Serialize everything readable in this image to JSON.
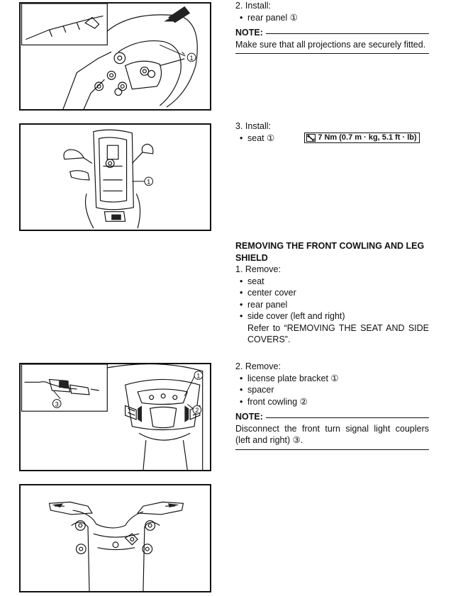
{
  "sections": {
    "rear_panel_step": {
      "step": "2. Install:",
      "items": [
        "rear panel ①"
      ],
      "note_label": "NOTE:",
      "note_text": "Make sure that all projections are securely fitted."
    },
    "seat_step": {
      "step": "3. Install:",
      "item": "seat ①",
      "torque": "7 Nm (0.7 m · kg, 5.1 ft · lb)"
    },
    "removing": {
      "heading": "REMOVING THE FRONT COWLING AND LEG SHIELD",
      "step": "1. Remove:",
      "items": [
        "seat",
        "center cover",
        "rear panel",
        "side cover (left and right)"
      ],
      "refer": "Refer to “REMOVING THE SEAT AND SIDE COVERS”."
    },
    "front_cowling_step": {
      "step": "2. Remove:",
      "items": [
        "license plate bracket ①",
        "spacer",
        "front cowling ②"
      ],
      "note_label": "NOTE:",
      "note_text": "Disconnect the front turn signal light couplers (left and right) ③."
    }
  },
  "figure_callouts": {
    "fig1": [
      "①"
    ],
    "fig2": [
      "①"
    ],
    "fig3": [
      "①",
      "②",
      "③"
    ]
  },
  "icons": {
    "torque": "torque-wrench-icon"
  }
}
